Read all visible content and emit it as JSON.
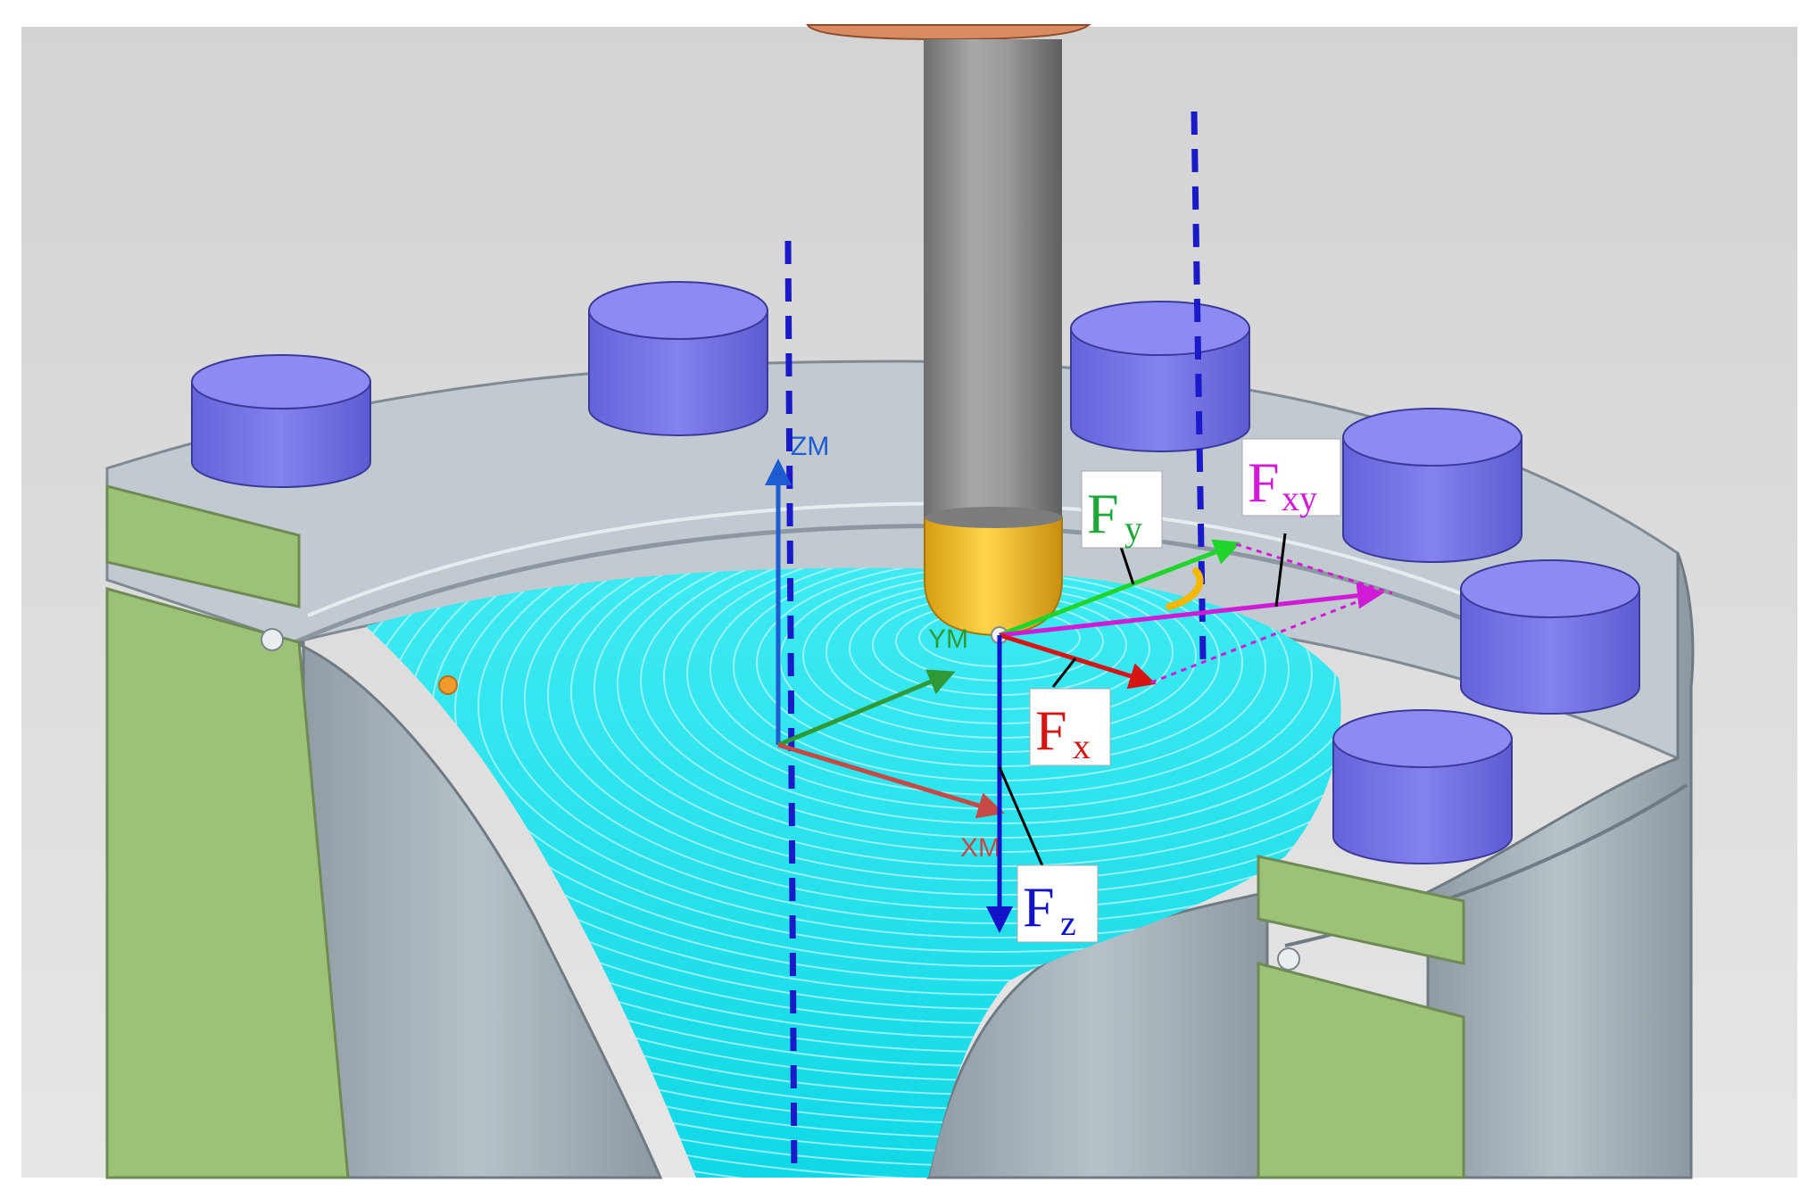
{
  "labels": {
    "axis_zm": "ZM",
    "axis_ym": "YM",
    "axis_xm": "XM",
    "force_fy_main": "F",
    "force_fy_sub": "y",
    "force_fxy_main": "F",
    "force_fxy_sub": "xy",
    "force_fx_main": "F",
    "force_fx_sub": "x",
    "force_fz_main": "F",
    "force_fz_sub": "z"
  },
  "colors": {
    "background": "#dcdcdc",
    "cutting_surface": "#19e3ef",
    "toolpath_lines": "#baf6fb",
    "fixture_body": "#a7b3bb",
    "fixture_top": "#c3ccd2",
    "clamp_face": "#9cc277",
    "clamp_bolts": "#7a78ea",
    "tool_shank": "#8d8d8d",
    "tool_ball": "#f2c21c",
    "spindle": "#d98b62",
    "axis_zm": "#1f5bd1",
    "axis_ym": "#2f9a35",
    "axis_xm": "#c54a46",
    "force_fy": "#1ea83a",
    "force_fxy": "#d11ad6",
    "force_fx": "#d61414",
    "force_fz": "#1212c8",
    "dashed_lines": "#1a1ac8",
    "angle_arc": "#f5b800"
  },
  "icons": {
    "spindle": "spindle-icon",
    "tool": "ball-end-mill-icon",
    "clamp_bolt": "cylinder-bolt-icon"
  }
}
